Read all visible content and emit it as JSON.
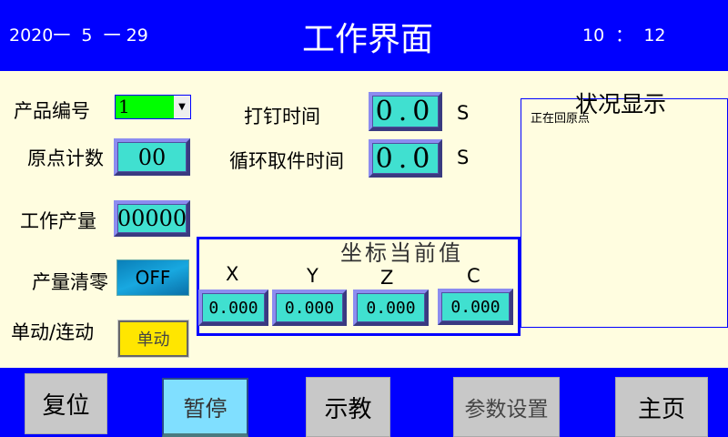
{
  "header": {
    "date": "2020一  5  一 29",
    "title": "工作界面",
    "time": "10  ：  12"
  },
  "product_number": {
    "label": "产品编号",
    "value": "1"
  },
  "origin_count": {
    "label": "原点计数",
    "value": "00"
  },
  "work_output": {
    "label": "工作产量",
    "value": "00000"
  },
  "output_clear": {
    "label": "产量清零",
    "button": "OFF"
  },
  "mode": {
    "label": "单动/连动",
    "button": "单动"
  },
  "nail_time": {
    "label": "打钉时间",
    "value": "0.0",
    "unit": "S"
  },
  "cycle_time": {
    "label": "循环取件时间",
    "value": "0.0",
    "unit": "S"
  },
  "coords": {
    "title": "坐标当前值",
    "axes": [
      {
        "name": "X",
        "value": "0.000"
      },
      {
        "name": "Y",
        "value": "0.000"
      },
      {
        "name": "Z",
        "value": "0.000"
      },
      {
        "name": "C",
        "value": "0.000"
      }
    ]
  },
  "status": {
    "title": "状况显示",
    "message": "正在回原点"
  },
  "footer": {
    "reset": "复位",
    "pause": "暂停",
    "teach": "示教",
    "settings": "参数设置",
    "home": "主页"
  },
  "colors": {
    "blue": "#0000ff",
    "cream": "#fffde0",
    "cyan": "#40e0d0",
    "green": "#00ff00",
    "yellow": "#ffe600"
  }
}
